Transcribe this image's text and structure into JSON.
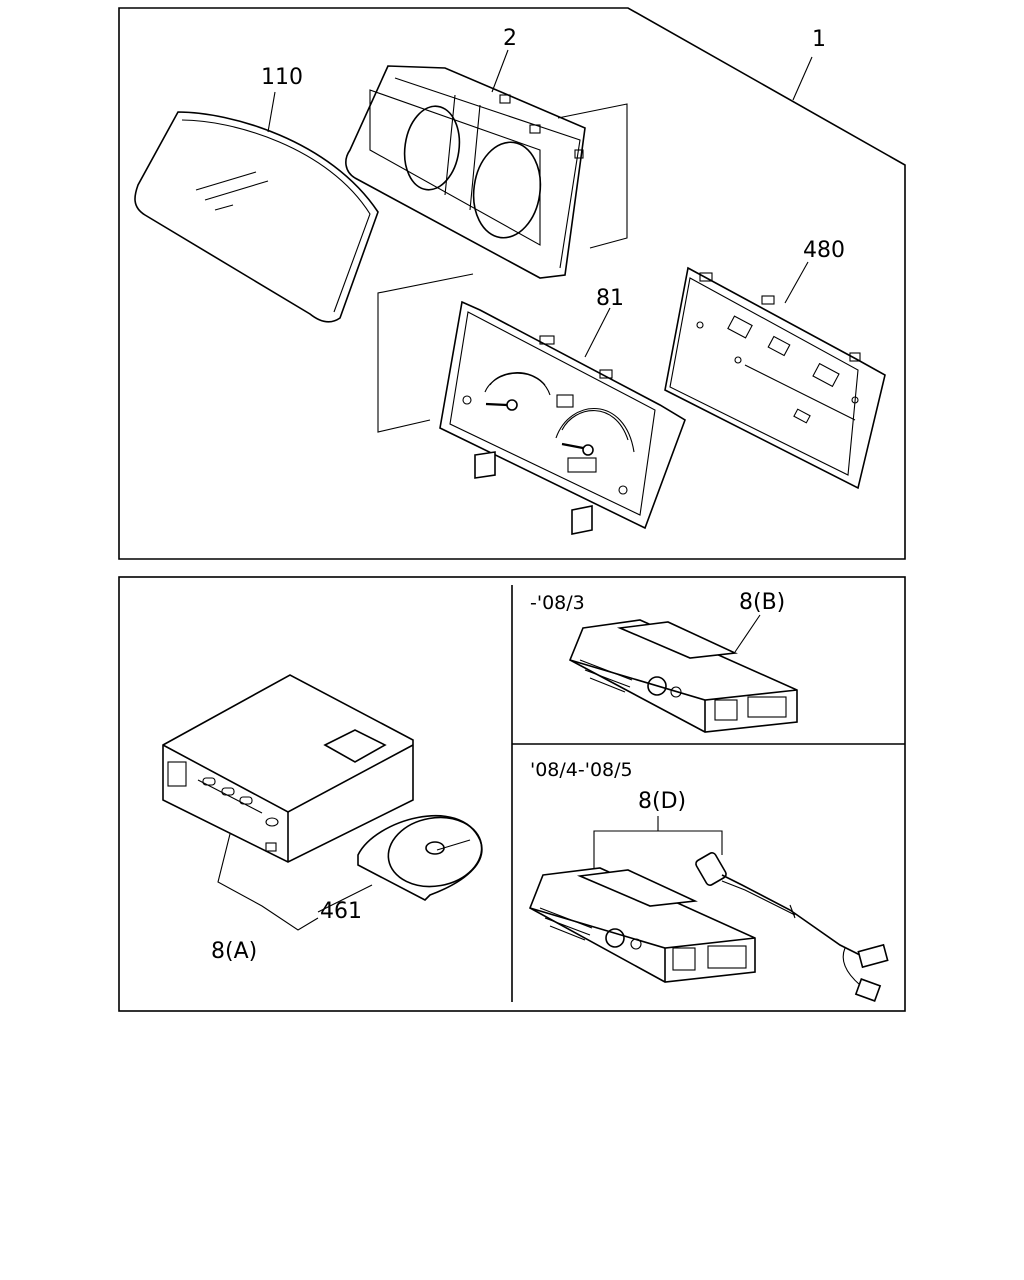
{
  "top_panel": {
    "callouts": {
      "assembly": "1",
      "bezel": "2",
      "lens": "110",
      "dial": "81",
      "circuit_board": "480"
    }
  },
  "bottom_panel": {
    "left": {
      "unit_label": "8(A)",
      "disc_label": "461"
    },
    "upper_right": {
      "period": "-'08/3",
      "unit_label": "8(B)"
    },
    "lower_right": {
      "period": "'08/4-'08/5",
      "unit_label": "8(D)"
    }
  }
}
